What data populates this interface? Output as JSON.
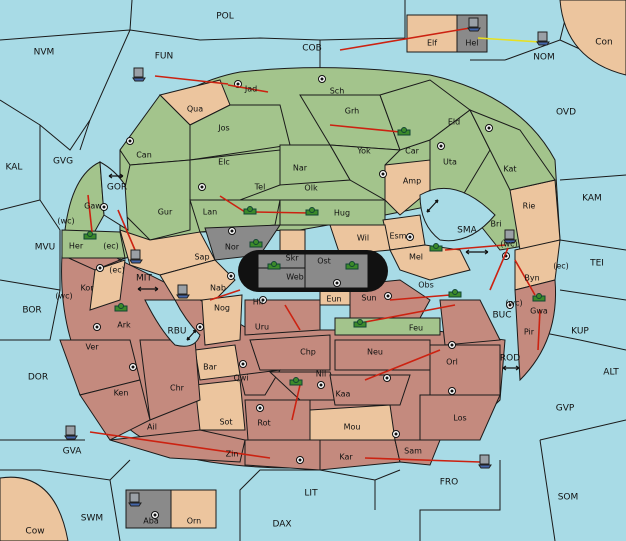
{
  "colors": {
    "sea": "#a8dbe6",
    "green": "#a3c48c",
    "red": "#c48a7e",
    "neutral": "#ecc59e",
    "grey": "#8a8a8a",
    "black": "#111111",
    "order_arrow": "#cc2211",
    "support_arrow": "#e8e020"
  },
  "sea_labels": {
    "pol": "POL",
    "nvm": "NVM",
    "fun": "FUN",
    "cob": "COB",
    "nom": "NOM",
    "con": "Con",
    "ovd": "OVD",
    "kal": "KAL",
    "gvg": "GVG",
    "gor": "GOR",
    "kam": "KAM",
    "mvu": "MVU",
    "sma": "SMA",
    "tei": "TEI",
    "mit": "MIT",
    "bor": "BOR",
    "rbu": "RBU",
    "buc": "BUC",
    "kup": "KUP",
    "rod": "ROD",
    "alt": "ALT",
    "dor": "DOR",
    "gvp": "GVP",
    "gva": "GVA",
    "fro": "FRO",
    "lit": "LIT",
    "som": "SOM",
    "swm": "SWM",
    "dax": "DAX",
    "cow": "Cow"
  },
  "land_labels": {
    "elf": "Elf",
    "hel": "Hel",
    "jad": "Jad",
    "sch": "Sch",
    "qua": "Qua",
    "jos": "Jos",
    "grh": "Grh",
    "eld": "Eld",
    "ovd_land": "",
    "can": "Can",
    "elc": "Elc",
    "nar": "Nar",
    "yok": "Yok",
    "car": "Car",
    "uta": "Uta",
    "kat": "Kat",
    "tel": "Tel",
    "olk": "Olk",
    "amp": "Amp",
    "gur": "Gur",
    "lan": "Lan",
    "hug": "Hug",
    "rie": "Rie",
    "gaw": "Gaw",
    "her": "Her",
    "nor": "Nor",
    "skr": "Skr",
    "wil": "Wil",
    "esm": "Esm",
    "bri": "Bri",
    "sap": "Sap",
    "ost": "Ost",
    "web": "Web",
    "mel": "Mel",
    "byn": "Byn",
    "kor": "Kor",
    "nab": "Nab",
    "eun": "Eun",
    "sun": "Sun",
    "obs": "Obs",
    "ark": "Ark",
    "nog": "Nog",
    "hil": "Hil",
    "uru": "Uru",
    "feu": "Feu",
    "gwa": "Gwa",
    "pir": "Pir",
    "ver": "Ver",
    "chp": "Chp",
    "neu": "Neu",
    "bar": "Bar",
    "qwi": "Qwi",
    "nil": "Nil",
    "orl": "Orl",
    "ken": "Ken",
    "chr": "Chr",
    "kaa": "Kaa",
    "sot": "Sot",
    "rot": "Rot",
    "mou": "Mou",
    "los": "Los",
    "ail": "Ail",
    "zin": "Zin",
    "kar": "Kar",
    "sam": "Sam",
    "aba": "Aba",
    "orn": "Orn"
  },
  "coast_labels": {
    "gaw_wc": "(wc)",
    "her_ec": "(ec)",
    "kor_ec": "(ec)",
    "kor_wc": "(wc)",
    "byn_ec": "(ec)",
    "gwa_wc": "(wc)",
    "bri_wc": "(wc)"
  }
}
